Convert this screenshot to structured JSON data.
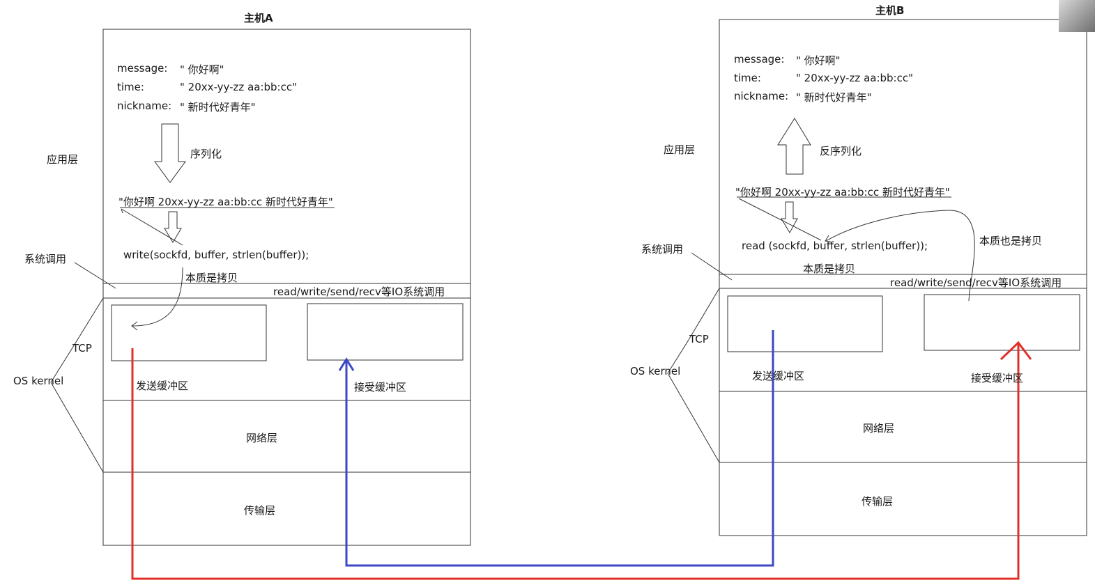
{
  "hostA": {
    "title": "主机A",
    "message_key": "message:",
    "message_val": "\" 你好啊\"",
    "time_key": "time:",
    "time_val": "\" 20xx-yy-zz aa:bb:cc\"",
    "nickname_key": "nickname:",
    "nickname_val": "\" 新时代好青年\"",
    "serialize": "序列化",
    "serialized_string": "\"你好啊 20xx-yy-zz aa:bb:cc 新时代好青年\"",
    "write_call": "write(sockfd, buffer, strlen(buffer));",
    "essence": "本质是拷贝",
    "io_syscalls": "read/write/send/recv等IO系统调用",
    "app_layer": "应用层",
    "syscall": "系统调用",
    "tcp": "TCP",
    "os_kernel": "OS kernel",
    "send_buffer": "发送缓冲区",
    "recv_buffer": "接受缓冲区",
    "network_layer": "网络层",
    "transport_layer": "传输层"
  },
  "hostB": {
    "title": "主机B",
    "message_key": "message:",
    "message_val": "\" 你好啊\"",
    "time_key": "time:",
    "time_val": "\" 20xx-yy-zz aa:bb:cc\"",
    "nickname_key": "nickname:",
    "nickname_val": "\" 新时代好青年\"",
    "deserialize": "反序列化",
    "serialized_string": "\"你好啊 20xx-yy-zz aa:bb:cc 新时代好青年\"",
    "read_call": "read (sockfd, buffer, strlen(buffer));",
    "essence": "本质是拷贝",
    "essence_also": "本质也是拷贝",
    "io_syscalls": "read/write/send/recv等IO系统调用",
    "app_layer": "应用层",
    "syscall": "系统调用",
    "tcp": "TCP",
    "os_kernel": "OS kernel",
    "send_buffer": "发送缓冲区",
    "recv_buffer": "接受缓冲区",
    "network_layer": "网络层",
    "transport_layer": "传输层"
  },
  "colors": {
    "red_path": "#e0302a",
    "blue_path": "#3b47c4",
    "line": "#333333"
  }
}
